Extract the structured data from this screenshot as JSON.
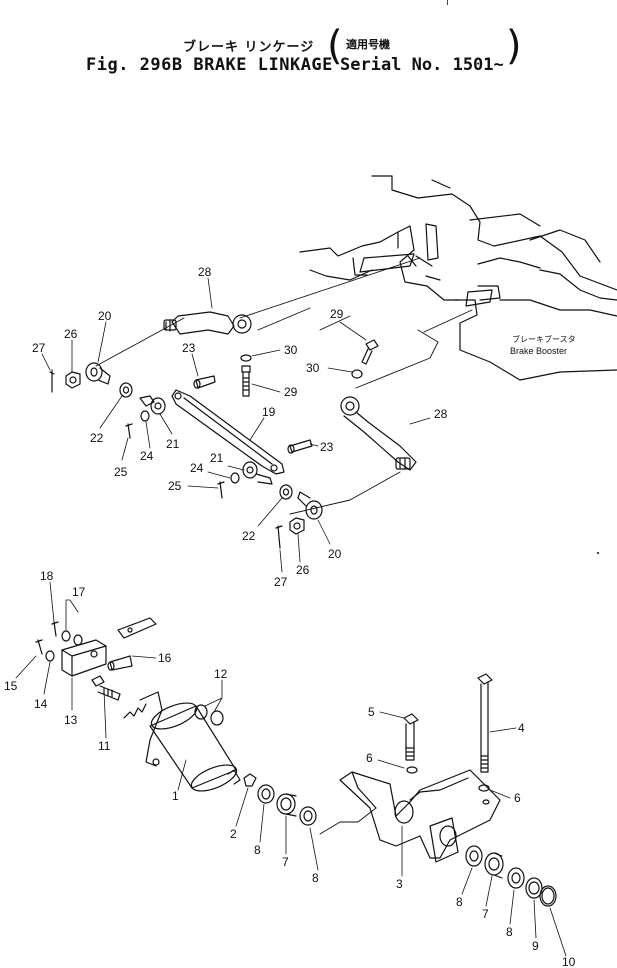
{
  "title": {
    "japanese": "ブレーキ リンケージ",
    "japanese_note": "適用号機",
    "english": "Fig. 296B BRAKE LINKAGE",
    "serial": "Serial No. 1501~"
  },
  "booster_label": {
    "japanese": "ブレーキブースタ",
    "english": "Brake Booster"
  },
  "callouts": [
    {
      "id": "c28a",
      "text": "28"
    },
    {
      "id": "c29a",
      "text": "29"
    },
    {
      "id": "c20a",
      "text": "20"
    },
    {
      "id": "c26a",
      "text": "26"
    },
    {
      "id": "c27a",
      "text": "27"
    },
    {
      "id": "c23a",
      "text": "23"
    },
    {
      "id": "c30a",
      "text": "30"
    },
    {
      "id": "c29b",
      "text": "29"
    },
    {
      "id": "c30b",
      "text": "30"
    },
    {
      "id": "c22a",
      "text": "22"
    },
    {
      "id": "c21a",
      "text": "21"
    },
    {
      "id": "c19",
      "text": "19"
    },
    {
      "id": "c28b",
      "text": "28"
    },
    {
      "id": "c24a",
      "text": "24"
    },
    {
      "id": "c25a",
      "text": "25"
    },
    {
      "id": "c23b",
      "text": "23"
    },
    {
      "id": "c21b",
      "text": "21"
    },
    {
      "id": "c24b",
      "text": "24"
    },
    {
      "id": "c25b",
      "text": "25"
    },
    {
      "id": "c22b",
      "text": "22"
    },
    {
      "id": "c20b",
      "text": "20"
    },
    {
      "id": "c26b",
      "text": "26"
    },
    {
      "id": "c27b",
      "text": "27"
    },
    {
      "id": "c18",
      "text": "18"
    },
    {
      "id": "c17",
      "text": "17"
    },
    {
      "id": "c16",
      "text": "16"
    },
    {
      "id": "c15",
      "text": "15"
    },
    {
      "id": "c14",
      "text": "14"
    },
    {
      "id": "c13",
      "text": "13"
    },
    {
      "id": "c12",
      "text": "12"
    },
    {
      "id": "c11",
      "text": "11"
    },
    {
      "id": "c5",
      "text": "5"
    },
    {
      "id": "c4",
      "text": "4"
    },
    {
      "id": "c6a",
      "text": "6"
    },
    {
      "id": "c6b",
      "text": "6"
    },
    {
      "id": "c1",
      "text": "1"
    },
    {
      "id": "c2",
      "text": "2"
    },
    {
      "id": "c8a",
      "text": "8"
    },
    {
      "id": "c7a",
      "text": "7"
    },
    {
      "id": "c8b",
      "text": "8"
    },
    {
      "id": "c3",
      "text": "3"
    },
    {
      "id": "c8c",
      "text": "8"
    },
    {
      "id": "c7b",
      "text": "7"
    },
    {
      "id": "c8d",
      "text": "8"
    },
    {
      "id": "c9",
      "text": "9"
    },
    {
      "id": "c10",
      "text": "10"
    }
  ]
}
